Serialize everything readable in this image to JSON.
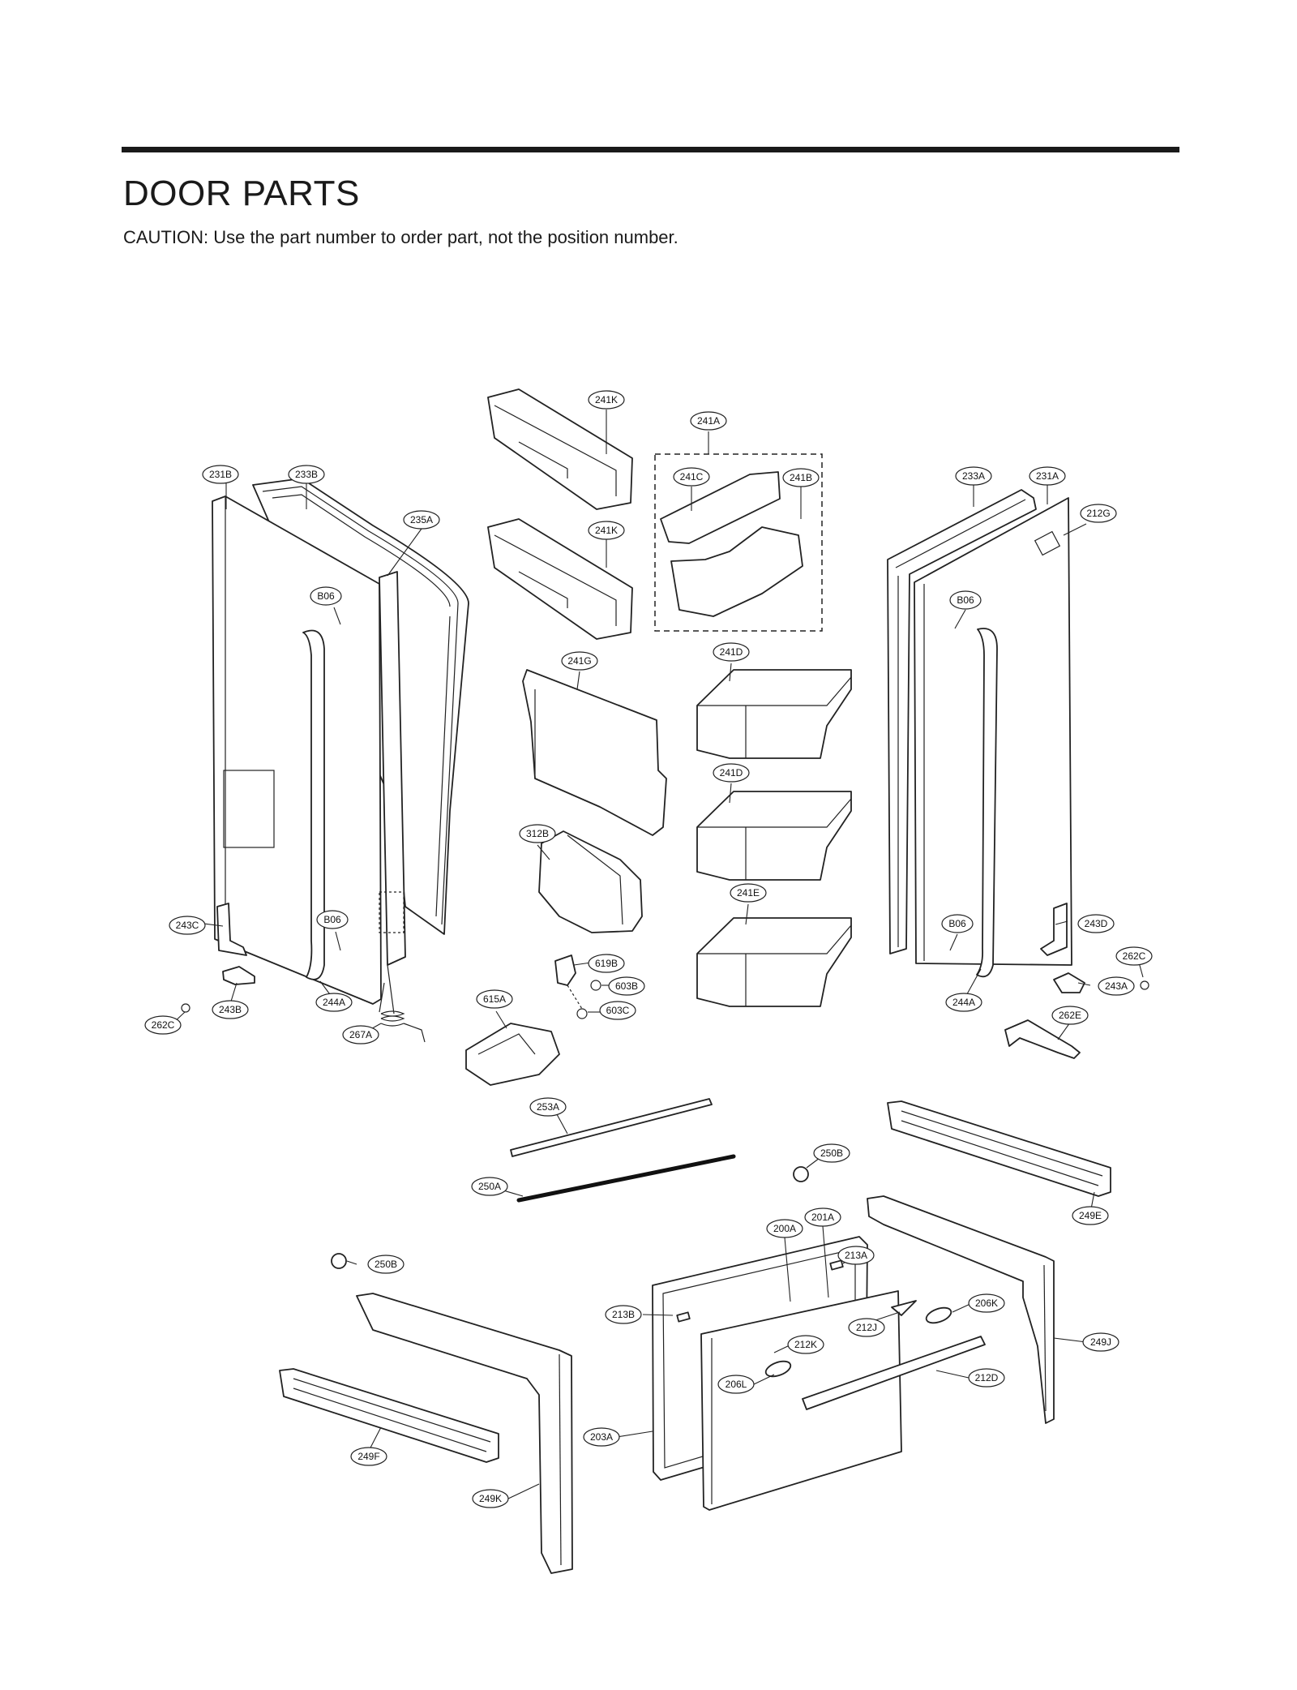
{
  "header": {
    "title": "DOOR PARTS",
    "caution": "CAUTION: Use the part number to order part, not the position number."
  },
  "callouts": [
    "241K",
    "241A",
    "241K",
    "241C",
    "241B",
    "231B",
    "233B",
    "235A",
    "233A",
    "231A",
    "212G",
    "B06",
    "B06",
    "241G",
    "241D",
    "241D",
    "312B",
    "241E",
    "B06",
    "B06",
    "243C",
    "243D",
    "262C",
    "619B",
    "603B",
    "243A",
    "603C",
    "615A",
    "243B",
    "244A",
    "244A",
    "262E",
    "262C",
    "267A",
    "253A",
    "250B",
    "250A",
    "249E",
    "200A",
    "201A",
    "213A",
    "250B",
    "206K",
    "213B",
    "212J",
    "212K",
    "249J",
    "206L",
    "212D",
    "203A",
    "249F",
    "249K"
  ]
}
